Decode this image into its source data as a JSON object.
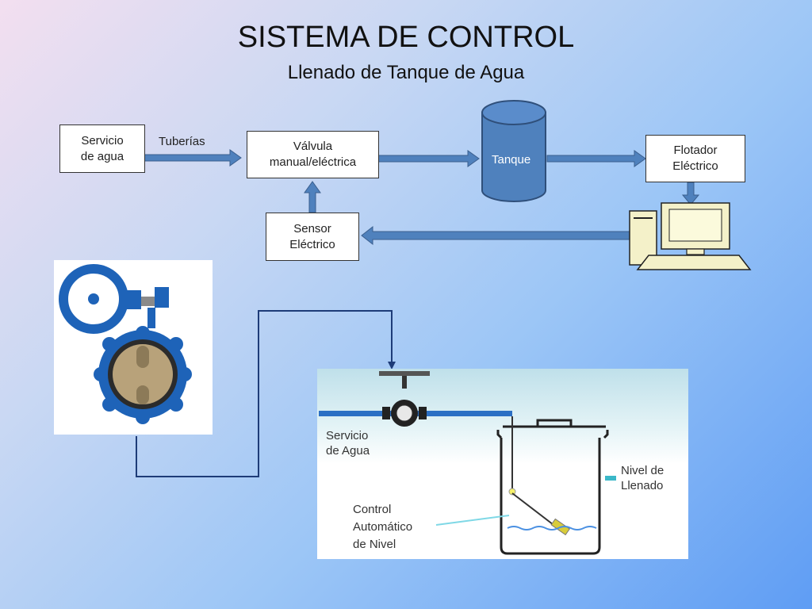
{
  "title": "SISTEMA DE CONTROL",
  "subtitle": "Llenado de Tanque de Agua",
  "nodes": {
    "servicio": "Servicio\nde agua",
    "tuberias": "Tuberías",
    "valvula": "Válvula\nmanual/eléctrica",
    "tanque": "Tanque",
    "flotador": "Flotador\nEléctrico",
    "sensor": "Sensor\nEléctrico"
  },
  "photo_labels": {
    "servicio_agua": "Servicio\nde Agua",
    "nivel_llenado": "Nivel de\nLlenado",
    "control": "Control\nAutomático\nde Nivel"
  },
  "colors": {
    "arrow_fill": "#4f81bd",
    "arrow_stroke": "#3b5f8e",
    "tank": "#4f81bd",
    "valve_blue": "#1e63b8"
  }
}
